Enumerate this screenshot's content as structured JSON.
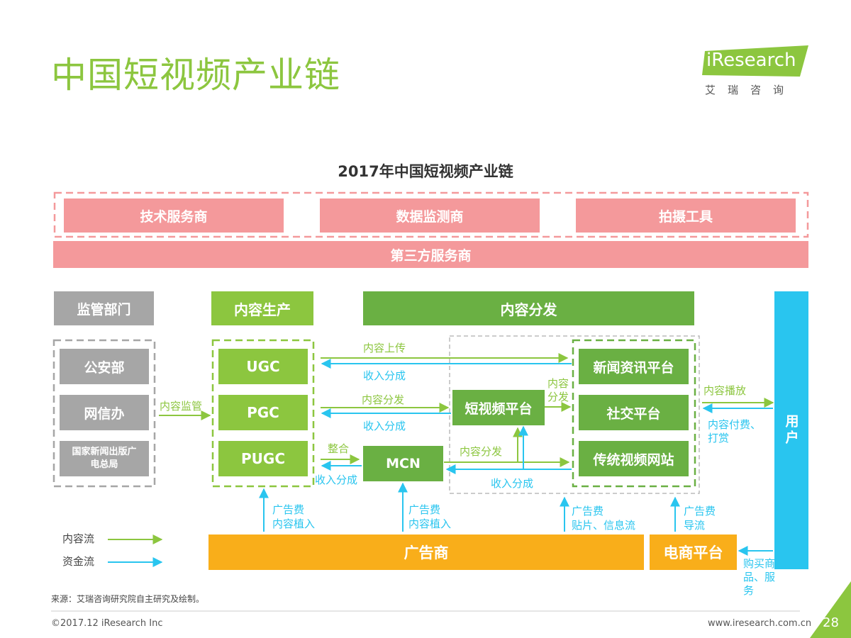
{
  "header": {
    "title": "中国短视频产业链",
    "logo_text": "iResearch",
    "logo_cn": "艾瑞咨询"
  },
  "diagram": {
    "title": "2017年中国短视频产业链",
    "third_party": {
      "items": [
        "技术服务商",
        "数据监测商",
        "拍摄工具"
      ],
      "label": "第三方服务商"
    },
    "regulator": {
      "header": "监管部门",
      "items": [
        "公安部",
        "网信办",
        "国家新闻出版广电总局"
      ]
    },
    "content_production": {
      "header": "内容生产",
      "items": [
        "UGC",
        "PGC",
        "PUGC"
      ]
    },
    "distribution": {
      "header": "内容分发",
      "short_video_platform": "短视频平台",
      "mcn": "MCN",
      "platforms": [
        "新闻资讯平台",
        "社交平台",
        "传统视频网站"
      ]
    },
    "user": "用户",
    "advertiser": "广告商",
    "ecommerce": "电商平台",
    "flow_labels": {
      "supervision": "内容监管",
      "upload": "内容上传",
      "revenue_share_1": "收入分成",
      "distribute_1": "内容分发",
      "revenue_share_2": "收入分成",
      "integrate": "整合",
      "revenue_share_3": "收入分成",
      "distribute_2": "内容分发",
      "distribute_3": "内容分发",
      "revenue_share_4": "收入分成",
      "playback": "内容播放",
      "payment": "内容付费、打赏",
      "ad_fee_1": "广告费",
      "ad_place_1": "内容植入",
      "ad_fee_2": "广告费",
      "ad_place_2": "内容植入",
      "ad_fee_3": "广告费",
      "ad_place_3": "贴片、信息流",
      "ad_fee_4": "广告费",
      "ad_place_4": "导流",
      "purchase": "购买商品、服务"
    },
    "legend": {
      "content_flow": "内容流",
      "money_flow": "资金流"
    }
  },
  "footer": {
    "source": "来源：艾瑞咨询研究院自主研究及绘制。",
    "copyright": "©2017.12 iResearch Inc",
    "website": "www.iresearch.com.cn",
    "page_number": "28"
  },
  "colors": {
    "green": "#8cc63f",
    "dark_green": "#6ab043",
    "blue": "#29c5ef",
    "pink": "#f4999b",
    "gray": "#a6a6a6",
    "orange": "#f9ae1a"
  }
}
